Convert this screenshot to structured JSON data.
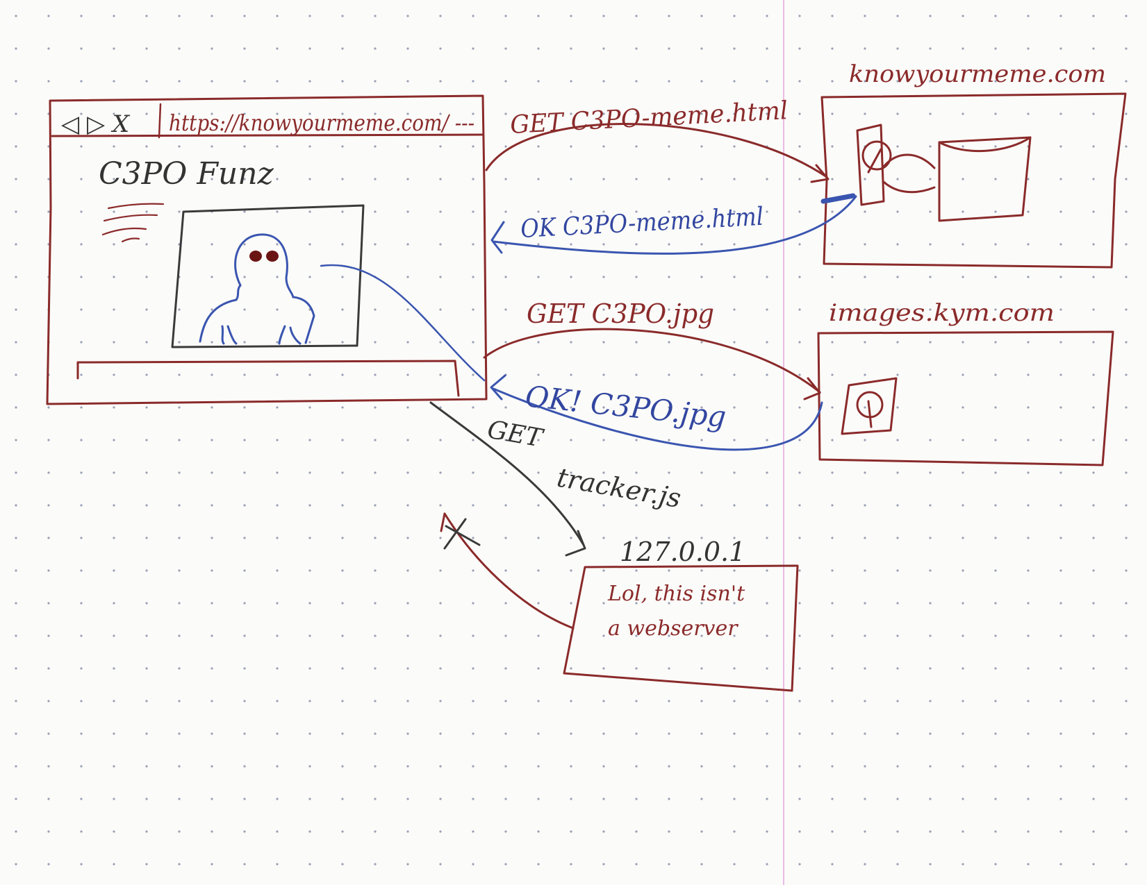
{
  "browser": {
    "nav_controls": "◁ ▷ X",
    "url": "https://knowyourmeme.com/ ---",
    "page_title": "C3PO Funz"
  },
  "servers": {
    "kym": {
      "label": "knowyourmeme.com"
    },
    "images": {
      "label": "images.kym.com"
    },
    "localhost": {
      "label": "127.0.0.1",
      "note_line1": "Lol, this isn't",
      "note_line2": "a webserver"
    }
  },
  "arrows": {
    "get_html": "GET C3PO-meme.html",
    "ok_html": "OK C3PO-meme.html",
    "get_jpg": "GET C3PO.jpg",
    "ok_jpg": "OK! C3PO.jpg",
    "get_tracker_1": "GET",
    "get_tracker_2": "tracker.js"
  },
  "colors": {
    "request": "#8a2a2a",
    "response": "#3246a0",
    "tracker": "#333333",
    "paper": "#fbfbf9",
    "dot_grid": "#9aa0b5",
    "margin_line": "#e3a8e0"
  }
}
